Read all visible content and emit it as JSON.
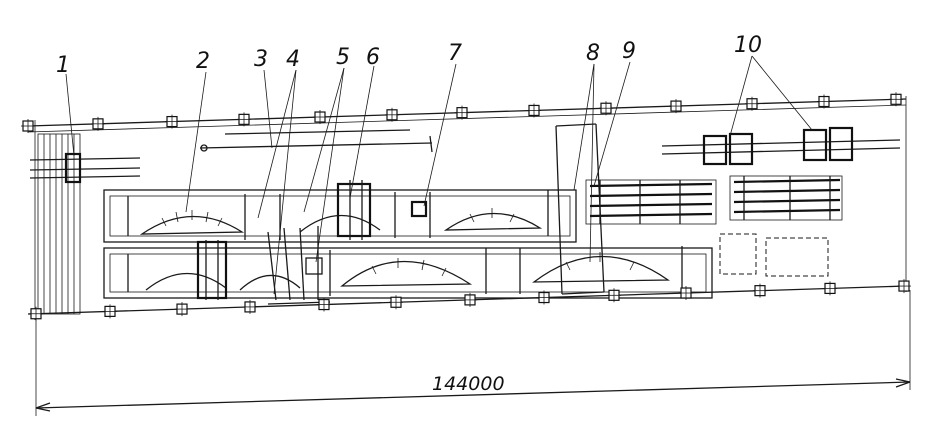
{
  "diagram": {
    "labels": [
      "1",
      "2",
      "3",
      "4",
      "5",
      "6",
      "7",
      "8",
      "9",
      "10"
    ],
    "dimension": "144000"
  }
}
